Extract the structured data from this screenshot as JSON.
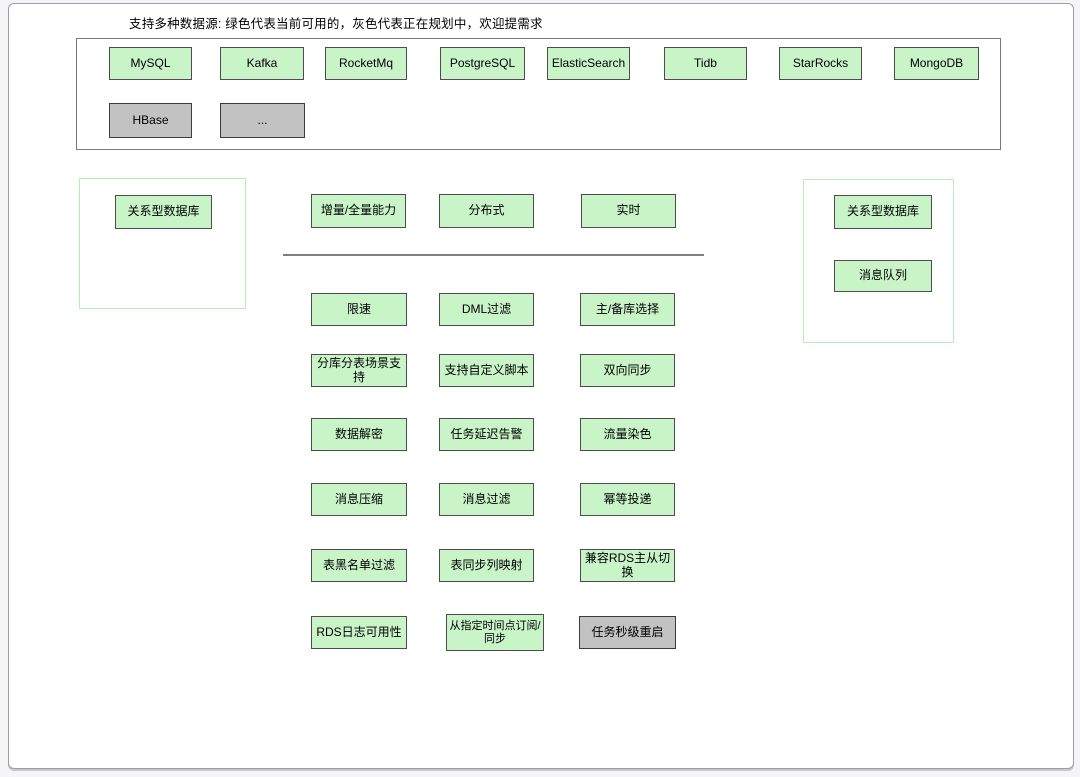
{
  "title": "支持多种数据源: 绿色代表当前可用的，灰色代表正在规划中，欢迎提需求",
  "legend": {
    "available_color": "#c8f4c8",
    "planned_color": "#c2c2c2",
    "available_meaning": "绿色代表当前可用的",
    "planned_meaning": "灰色代表正在规划中"
  },
  "datasources": {
    "available": [
      "MySQL",
      "Kafka",
      "RocketMq",
      "PostgreSQL",
      "ElasticSearch",
      "Tidb",
      "StarRocks",
      "MongoDB"
    ],
    "planned": [
      "HBase",
      "..."
    ]
  },
  "left_panel": {
    "items": [
      "关系型数据库"
    ]
  },
  "right_panel": {
    "items": [
      "关系型数据库",
      "消息队列"
    ]
  },
  "capability_headers": [
    "增量/全量能力",
    "分布式",
    "实时"
  ],
  "features": [
    [
      {
        "label": "限速",
        "status": "available"
      },
      {
        "label": "DML过滤",
        "status": "available"
      },
      {
        "label": "主/备库选择",
        "status": "available"
      }
    ],
    [
      {
        "label": "分库分表场景支持",
        "status": "available"
      },
      {
        "label": "支持自定义脚本",
        "status": "available"
      },
      {
        "label": "双向同步",
        "status": "available"
      }
    ],
    [
      {
        "label": "数据解密",
        "status": "available"
      },
      {
        "label": "任务延迟告警",
        "status": "available"
      },
      {
        "label": "流量染色",
        "status": "available"
      }
    ],
    [
      {
        "label": "消息压缩",
        "status": "available"
      },
      {
        "label": "消息过滤",
        "status": "available"
      },
      {
        "label": "幂等投递",
        "status": "available"
      }
    ],
    [
      {
        "label": "表黑名单过滤",
        "status": "available"
      },
      {
        "label": "表同步列映射",
        "status": "available"
      },
      {
        "label": "兼容RDS主从切换",
        "status": "available"
      }
    ],
    [
      {
        "label": "RDS日志可用性",
        "status": "available"
      },
      {
        "label": "从指定时间点订阅/同步",
        "status": "available"
      },
      {
        "label": "任务秒级重启",
        "status": "planned"
      }
    ]
  ]
}
